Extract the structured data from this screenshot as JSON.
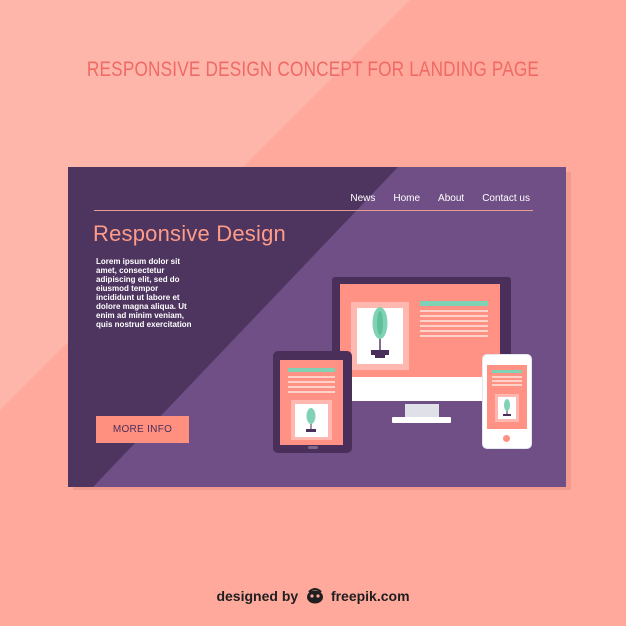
{
  "headline": "RESPONSIVE DESIGN CONCEPT FOR LANDING PAGE",
  "nav": {
    "items": [
      {
        "label": "News"
      },
      {
        "label": "Home"
      },
      {
        "label": "About"
      },
      {
        "label": "Contact us"
      }
    ]
  },
  "hero": {
    "title": "Responsive Design",
    "body": "Lorem ipsum dolor sit amet, consectetur adipiscing elit, sed do eiusmod tempor incididunt ut labore et dolore magna aliqua. Ut enim ad minim veniam, quis nostrud exercitation",
    "button_label": "MORE INFO"
  },
  "devices": [
    "desktop-monitor",
    "tablet",
    "smartphone"
  ],
  "credit": {
    "designed_by": "designed by",
    "site": "freepik.com",
    "logo_icon": "freepik-logo-icon"
  },
  "colors": {
    "background": "#ffa99d",
    "card": "#6f4f86",
    "card_dark": "#4e3560",
    "accent": "#ff8f7e",
    "headline": "#ef6a64",
    "plant": "#7fd3b4"
  }
}
